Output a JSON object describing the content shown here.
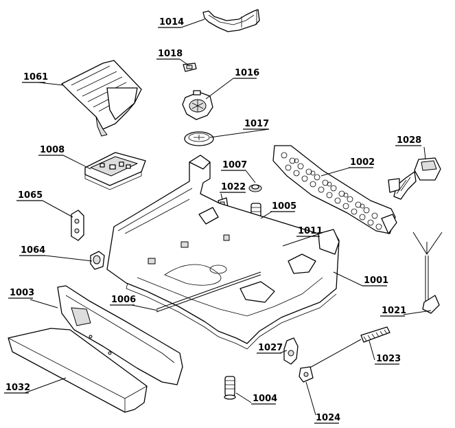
{
  "labels": {
    "p1001": "1001",
    "p1002": "1002",
    "p1003": "1003",
    "p1004": "1004",
    "p1005": "1005",
    "p1006": "1006",
    "p1007": "1007",
    "p1008": "1008",
    "p1011": "1011",
    "p1014": "1014",
    "p1016": "1016",
    "p1017": "1017",
    "p1018": "1018",
    "p1021": "1021",
    "p1022": "1022",
    "p1023": "1023",
    "p1024": "1024",
    "p1027": "1027",
    "p1028": "1028",
    "p1032": "1032",
    "p1061": "1061",
    "p1064": "1064",
    "p1065": "1065"
  }
}
